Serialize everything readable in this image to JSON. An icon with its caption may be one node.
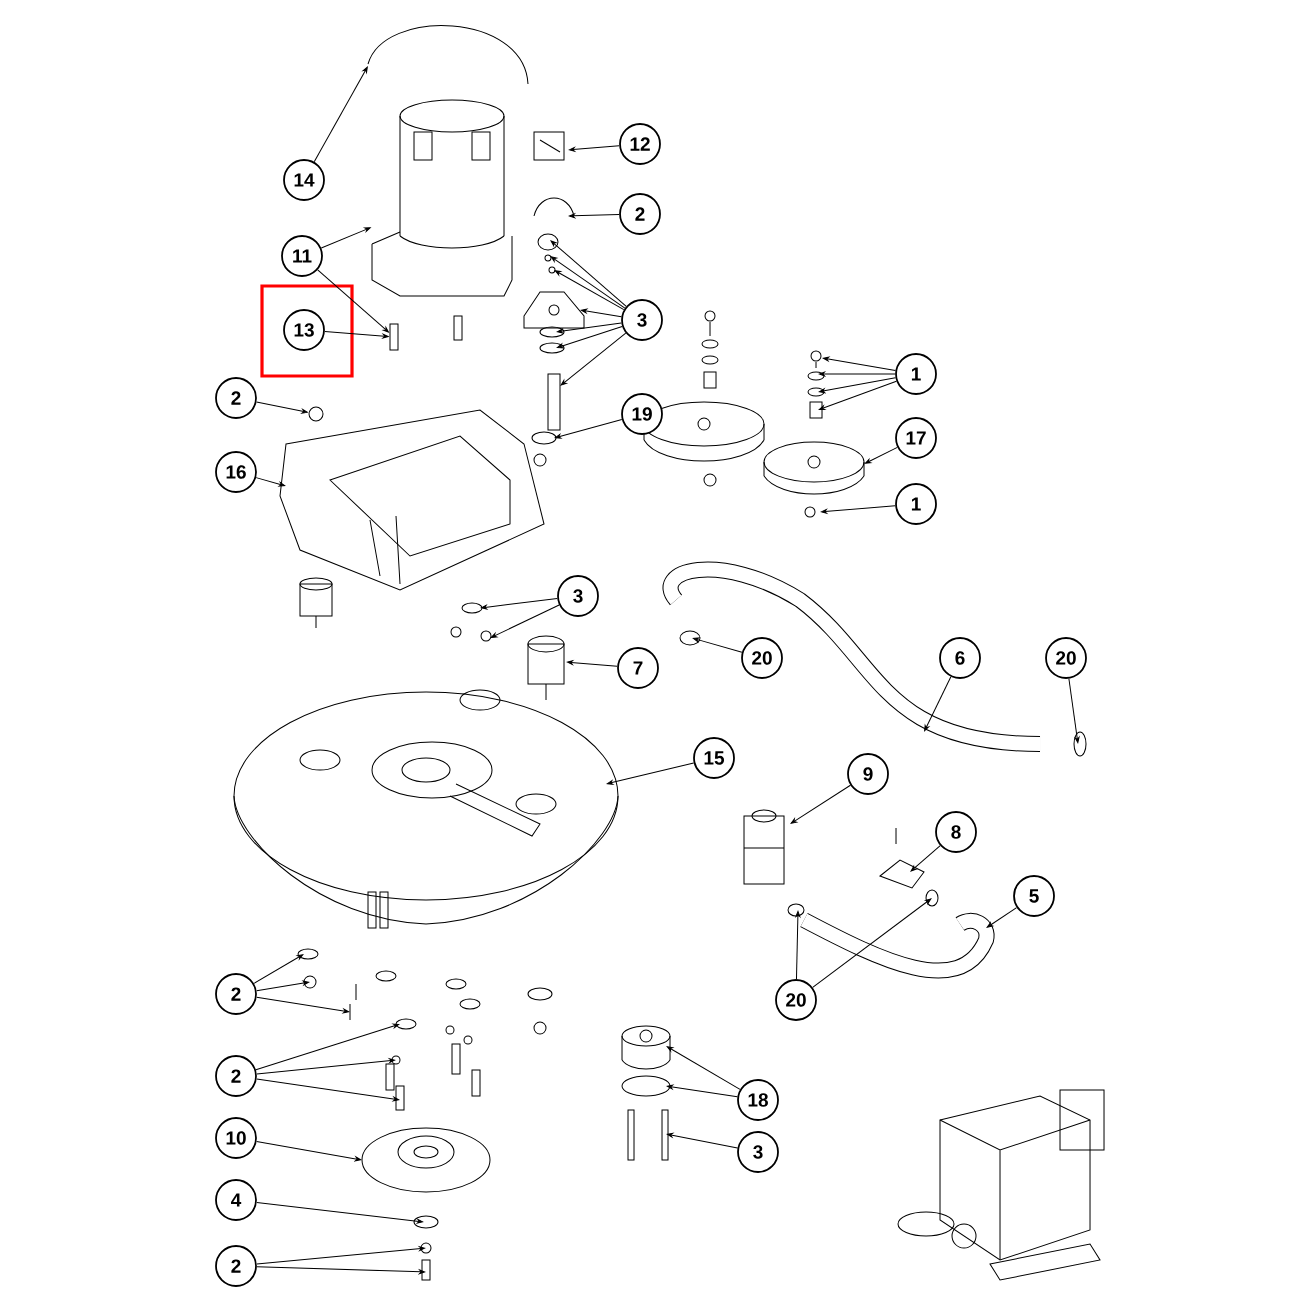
{
  "diagram": {
    "nodes": [
      {
        "text": [
          "14"
        ]
      },
      {
        "text": [
          "12"
        ]
      },
      {
        "text": [
          "2"
        ]
      },
      {
        "text": [
          "11"
        ]
      },
      {
        "text": [
          "13"
        ]
      },
      {
        "text": [
          "3"
        ]
      },
      {
        "text": [
          "1"
        ]
      },
      {
        "text": [
          "2"
        ]
      },
      {
        "text": [
          "19"
        ]
      },
      {
        "text": [
          "17"
        ]
      },
      {
        "text": [
          "16"
        ]
      },
      {
        "text": [
          "1"
        ]
      },
      {
        "text": [
          "3"
        ]
      },
      {
        "text": [
          "7"
        ]
      },
      {
        "text": [
          "20"
        ]
      },
      {
        "text": [
          "6"
        ]
      },
      {
        "text": [
          "20"
        ]
      },
      {
        "text": [
          "15"
        ]
      },
      {
        "text": [
          "9"
        ]
      },
      {
        "text": [
          "8"
        ]
      },
      {
        "text": [
          "5"
        ]
      },
      {
        "text": [
          "20"
        ]
      },
      {
        "text": [
          "2"
        ]
      },
      {
        "text": [
          "2"
        ]
      },
      {
        "text": [
          "10"
        ]
      },
      {
        "text": [
          "4"
        ]
      },
      {
        "text": [
          "2"
        ]
      },
      {
        "text": [
          "18"
        ]
      },
      {
        "text": [
          "3"
        ]
      },
      {
        "text": [],
        "shape": "picture"
      },
      {
        "text": [],
        "shape": "bar"
      },
      {
        "text": [],
        "shape": "circle"
      }
    ],
    "edges": [
      {
        "from": 0,
        "to": null,
        "arrow": "to"
      },
      {
        "from": 1,
        "to": null,
        "arrow": "to"
      },
      {
        "from": 2,
        "to": null,
        "arrow": "to"
      },
      {
        "from": 3,
        "to": 29,
        "arrow": "to"
      },
      {
        "from": 3,
        "to": 30,
        "arrow": "to"
      },
      {
        "from": 4,
        "to": 30,
        "arrow": "to"
      },
      {
        "from": 5,
        "to": null,
        "arrow": "to"
      },
      {
        "from": 5,
        "to": null,
        "arrow": "to"
      },
      {
        "from": 5,
        "to": null,
        "arrow": "to"
      },
      {
        "from": 5,
        "to": null,
        "arrow": "to"
      },
      {
        "from": 5,
        "to": null,
        "arrow": "to"
      },
      {
        "from": 5,
        "to": null,
        "arrow": "to"
      },
      {
        "from": 5,
        "to": null,
        "arrow": "to"
      },
      {
        "from": 6,
        "to": null,
        "arrow": "to"
      },
      {
        "from": 6,
        "to": null,
        "arrow": "to"
      },
      {
        "from": 6,
        "to": null,
        "arrow": "to"
      },
      {
        "from": 6,
        "to": null,
        "arrow": "to"
      },
      {
        "from": 7,
        "to": 31,
        "arrow": "to"
      },
      {
        "from": 8,
        "to": null,
        "arrow": "to"
      },
      {
        "from": 9,
        "to": null,
        "arrow": "to"
      },
      {
        "from": 10,
        "to": null,
        "arrow": "to"
      },
      {
        "from": 11,
        "to": null,
        "arrow": "to"
      },
      {
        "from": 12,
        "to": null,
        "arrow": "to"
      },
      {
        "from": 12,
        "to": null,
        "arrow": "to"
      },
      {
        "from": 13,
        "to": null,
        "arrow": "to"
      },
      {
        "from": 14,
        "to": null,
        "arrow": "to"
      },
      {
        "from": 15,
        "to": null,
        "arrow": "to"
      },
      {
        "from": 16,
        "to": null,
        "arrow": "to"
      },
      {
        "from": 17,
        "to": null,
        "arrow": "to"
      },
      {
        "from": 18,
        "to": null,
        "arrow": "to"
      },
      {
        "from": 19,
        "to": null,
        "arrow": "to"
      },
      {
        "from": 20,
        "to": null,
        "arrow": "to"
      },
      {
        "from": 21,
        "to": null,
        "arrow": "to"
      },
      {
        "from": 21,
        "to": null,
        "arrow": "to"
      },
      {
        "from": 22,
        "to": null,
        "arrow": "to"
      },
      {
        "from": 22,
        "to": null,
        "arrow": "to"
      },
      {
        "from": 22,
        "to": null,
        "arrow": "to"
      },
      {
        "from": 23,
        "to": null,
        "arrow": "to"
      },
      {
        "from": 23,
        "to": null,
        "arrow": "to"
      },
      {
        "from": 23,
        "to": null,
        "arrow": "to"
      },
      {
        "from": 24,
        "to": null,
        "arrow": "to"
      },
      {
        "from": 25,
        "to": null,
        "arrow": "to"
      },
      {
        "from": 26,
        "to": null,
        "arrow": "to"
      },
      {
        "from": 26,
        "to": null,
        "arrow": "to"
      },
      {
        "from": 27,
        "to": null,
        "arrow": "to"
      },
      {
        "from": 27,
        "to": null,
        "arrow": "to"
      },
      {
        "from": 28,
        "to": null,
        "arrow": "to"
      }
    ]
  }
}
